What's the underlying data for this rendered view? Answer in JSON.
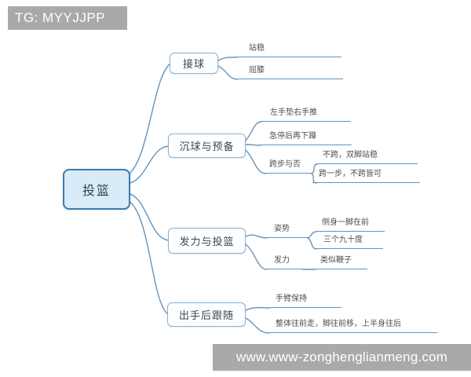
{
  "watermarks": {
    "top": "TG: MYYJJPP",
    "bottom": "www.www-zonghenglianmeng.com"
  },
  "colors": {
    "accent_blue": "#6494bd",
    "root_fill": "#d8ebf8",
    "root_border": "#3b7cad",
    "branch_border": "#88b2d4",
    "watermark_bg": "#a9a9a9"
  },
  "mindmap": {
    "root": {
      "label": "投篮"
    },
    "branches": [
      {
        "label": "接球",
        "children": [
          {
            "label": "站稳"
          },
          {
            "label": "屈膝"
          }
        ]
      },
      {
        "label": "沉球与预备",
        "children": [
          {
            "label": "左手垫右手推"
          },
          {
            "label": "急停后再下蹲"
          },
          {
            "label": "跨步与否",
            "children": [
              {
                "label": "不跨，双脚站稳"
              },
              {
                "label": "跨一步，不跨皆可"
              }
            ]
          }
        ]
      },
      {
        "label": "发力与投篮",
        "children": [
          {
            "label": "姿势",
            "children": [
              {
                "label": "侧身一脚在前"
              },
              {
                "label": "三个九十度"
              }
            ]
          },
          {
            "label": "发力",
            "children": [
              {
                "label": "类似鞭子"
              }
            ]
          }
        ]
      },
      {
        "label": "出手后跟随",
        "children": [
          {
            "label": "手臂保持"
          },
          {
            "label": "整体往前走，脚往前移，上半身往后"
          }
        ]
      }
    ]
  }
}
